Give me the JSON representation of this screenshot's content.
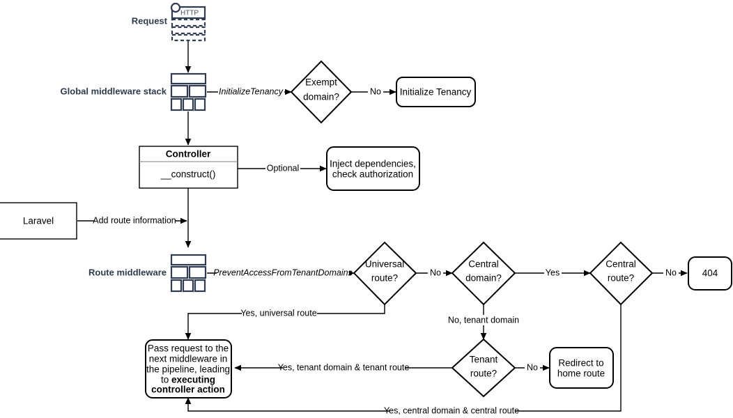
{
  "diagram": {
    "title": "Laravel multi-tenancy request lifecycle flowchart",
    "colors": {
      "stroke": "#000000",
      "icon_stroke": "#2f3c50",
      "label": "#2f3c50",
      "background": "#ffffff"
    }
  },
  "labels": {
    "request": "Request",
    "global_middleware_stack": "Global middleware stack",
    "route_middleware": "Route middleware"
  },
  "icons": {
    "http_request": {
      "name": "http-request-icon",
      "caption": "HTTP"
    },
    "global_middleware": {
      "name": "middleware-stack-icon"
    },
    "route_middleware": {
      "name": "middleware-stack-icon"
    }
  },
  "nodes": {
    "exempt_domain": {
      "name": "exempt-domain-decision",
      "shape": "diamond",
      "lines": [
        "Exempt",
        "domain?"
      ]
    },
    "initialize_tenancy": {
      "name": "initialize-tenancy-node",
      "shape": "rounded-rect",
      "lines": [
        "Initialize Tenancy"
      ]
    },
    "controller": {
      "name": "controller-class-node",
      "shape": "class-box",
      "title": "Controller",
      "member": "__construct()"
    },
    "inject_dependencies": {
      "name": "inject-dependencies-node",
      "shape": "rounded-rect",
      "lines": [
        "Inject dependencies,",
        "check authorization"
      ]
    },
    "laravel": {
      "name": "laravel-node",
      "shape": "rect",
      "lines": [
        "Laravel"
      ]
    },
    "universal_route": {
      "name": "universal-route-decision",
      "shape": "diamond",
      "lines": [
        "Universal",
        "route?"
      ]
    },
    "central_domain": {
      "name": "central-domain-decision",
      "shape": "diamond",
      "lines": [
        "Central",
        "domain?"
      ]
    },
    "central_route": {
      "name": "central-route-decision",
      "shape": "diamond",
      "lines": [
        "Central",
        "route?"
      ]
    },
    "not_found": {
      "name": "not-found-node",
      "shape": "rounded-rect",
      "lines": [
        "404"
      ]
    },
    "tenant_route": {
      "name": "tenant-route-decision",
      "shape": "diamond",
      "lines": [
        "Tenant",
        "route?"
      ]
    },
    "redirect_home": {
      "name": "redirect-home-node",
      "shape": "rounded-rect",
      "lines": [
        "Redirect to",
        "home route"
      ]
    },
    "pass_request": {
      "name": "pass-request-node",
      "shape": "rounded-rect",
      "lines": [
        {
          "text": "Pass request to the",
          "bold": false
        },
        {
          "text": "next middleware in",
          "bold": false
        },
        {
          "text": "the pipeline, leading",
          "bold": false
        },
        {
          "text": "to ",
          "bold": false,
          "trailing_bold": "executing"
        },
        {
          "text": "controller action",
          "bold": true
        }
      ]
    }
  },
  "edges": {
    "initialize_tenancy_mw": {
      "name": "edge-label-initialize-tenancy",
      "text": "InitializeTenancy",
      "style": "italic"
    },
    "exempt_no": {
      "name": "edge-label-no",
      "text": "No"
    },
    "optional": {
      "name": "edge-label-optional",
      "text": "Optional"
    },
    "add_route_information": {
      "name": "edge-label-add-route-information",
      "text": "Add route information"
    },
    "prevent_access": {
      "name": "edge-label-prevent-access",
      "text": "PreventAccessFromTenantDomains",
      "style": "italic"
    },
    "universal_no": {
      "name": "edge-label-no",
      "text": "No"
    },
    "central_domain_yes": {
      "name": "edge-label-yes",
      "text": "Yes"
    },
    "central_route_no": {
      "name": "edge-label-no",
      "text": "No"
    },
    "no_tenant_domain": {
      "name": "edge-label-no-tenant-domain",
      "text": "No, tenant domain"
    },
    "yes_universal_route": {
      "name": "edge-label-yes-universal-route",
      "text": "Yes, universal route"
    },
    "tenant_route_no": {
      "name": "edge-label-no",
      "text": "No"
    },
    "yes_tenant_domain_tenant_route": {
      "name": "edge-label-yes-tenant-domain-tenant-route",
      "text": "Yes, tenant domain & tenant route"
    },
    "yes_central_domain_central_route": {
      "name": "edge-label-yes-central-domain-central-route",
      "text": "Yes, central domain & central route"
    }
  }
}
